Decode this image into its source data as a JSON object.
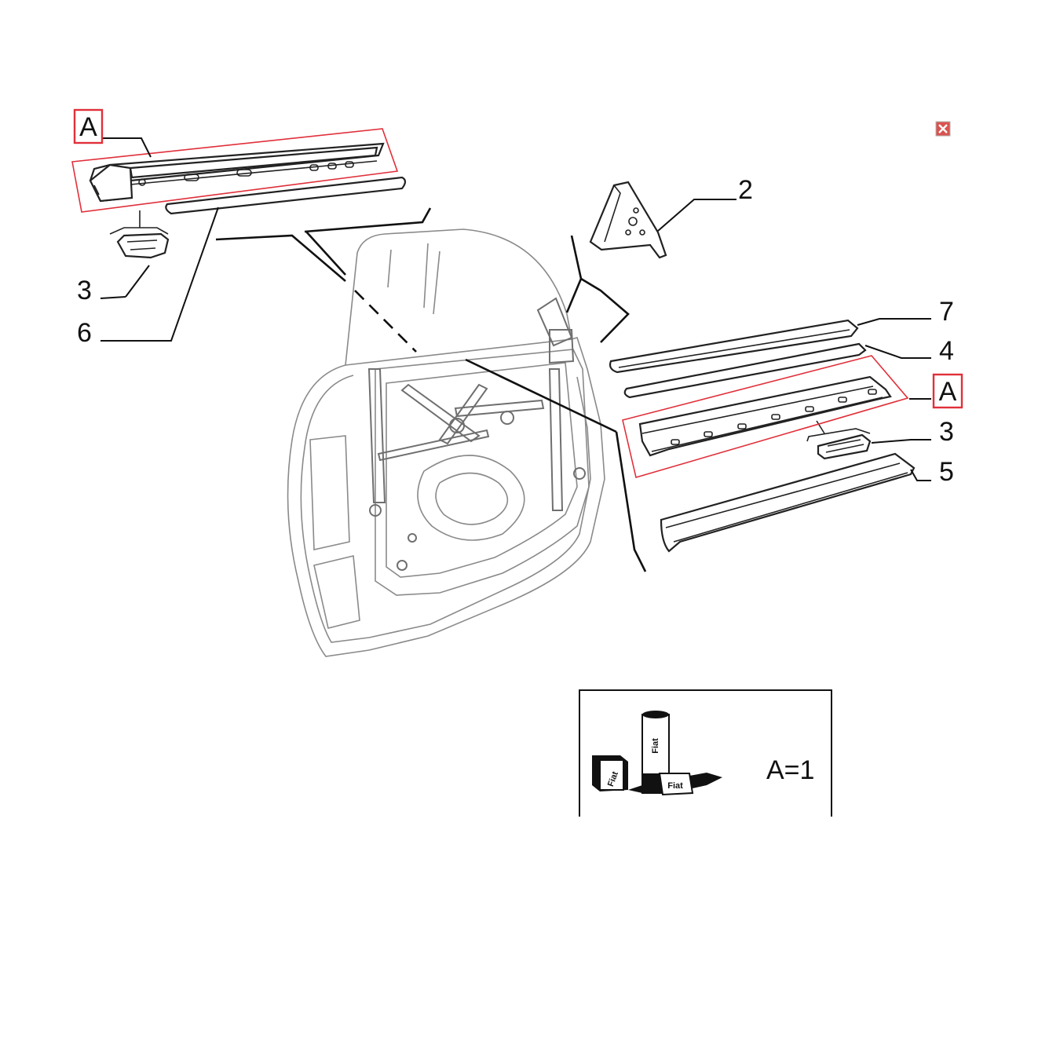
{
  "callouts": {
    "a_top_left": "A",
    "a_right": "A",
    "n2": "2",
    "n3_left": "3",
    "n6": "6",
    "n7": "7",
    "n4": "4",
    "n3_right": "3",
    "n5": "5"
  },
  "kit": {
    "label": "A=1",
    "brand": "Fiat"
  },
  "colors": {
    "highlight": "#e0303a",
    "close_button": "#d9534f",
    "line": "#222222",
    "door": "#8a8a8a"
  },
  "icons": {
    "close": "close-icon"
  }
}
